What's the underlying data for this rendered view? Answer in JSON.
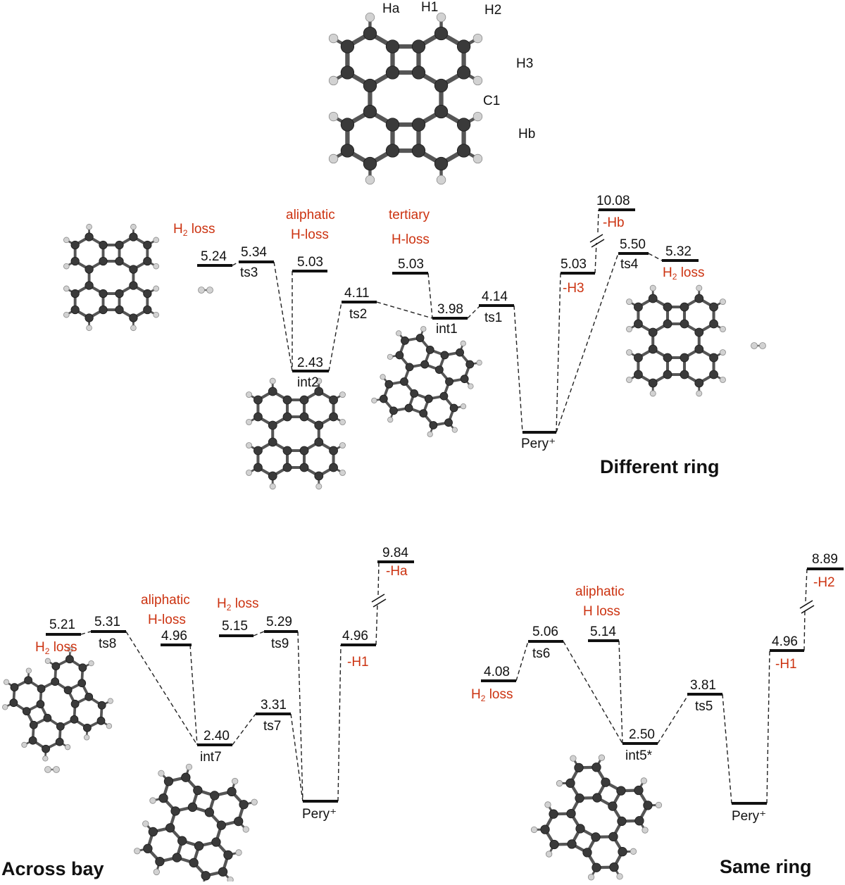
{
  "colors": {
    "level": "#111111",
    "text": "#111111",
    "annotation_red": "#cc3311",
    "carbon": "#3a3a3a",
    "hydrogen": "#d2d2d2"
  },
  "atom_labels": [
    "Ha",
    "H1",
    "H2",
    "H3",
    "C1",
    "Hb"
  ],
  "panels": {
    "different_ring": {
      "title": "Different ring",
      "annotations": [
        "H2 loss",
        "aliphatic",
        "H-loss",
        "tertiary",
        "H-loss",
        "-H3",
        "-Hb",
        "H2 loss"
      ],
      "levels": [
        {
          "value": "5.24",
          "label": ""
        },
        {
          "value": "5.34",
          "label": "ts3"
        },
        {
          "value": "5.03",
          "label": ""
        },
        {
          "value": "2.43",
          "label": "int2"
        },
        {
          "value": "4.11",
          "label": "ts2"
        },
        {
          "value": "5.03",
          "label": ""
        },
        {
          "value": "3.98",
          "label": "int1"
        },
        {
          "value": "4.14",
          "label": "ts1"
        },
        {
          "value": "",
          "label": "Pery⁺"
        },
        {
          "value": "5.03",
          "label": ""
        },
        {
          "value": "10.08",
          "label": ""
        },
        {
          "value": "5.50",
          "label": "ts4"
        },
        {
          "value": "5.32",
          "label": ""
        }
      ]
    },
    "across_bay": {
      "title": "Across bay",
      "annotations": [
        "H2 loss",
        "aliphatic",
        "H-loss",
        "H2 loss",
        "-H1",
        "-Ha"
      ],
      "levels": [
        {
          "value": "5.21",
          "label": ""
        },
        {
          "value": "5.31",
          "label": "ts8"
        },
        {
          "value": "4.96",
          "label": ""
        },
        {
          "value": "2.40",
          "label": "int7"
        },
        {
          "value": "3.31",
          "label": "ts7"
        },
        {
          "value": "5.15",
          "label": ""
        },
        {
          "value": "5.29",
          "label": "ts9"
        },
        {
          "value": "",
          "label": "Pery⁺"
        },
        {
          "value": "4.96",
          "label": ""
        },
        {
          "value": "9.84",
          "label": ""
        }
      ]
    },
    "same_ring": {
      "title": "Same ring",
      "annotations": [
        "H2 loss",
        "aliphatic",
        "H loss",
        "-H1",
        "-H2"
      ],
      "levels": [
        {
          "value": "4.08",
          "label": ""
        },
        {
          "value": "5.06",
          "label": "ts6"
        },
        {
          "value": "5.14",
          "label": ""
        },
        {
          "value": "2.50",
          "label": "int5*"
        },
        {
          "value": "3.81",
          "label": "ts5"
        },
        {
          "value": "",
          "label": "Pery⁺"
        },
        {
          "value": "4.96",
          "label": ""
        },
        {
          "value": "8.89",
          "label": ""
        }
      ]
    }
  }
}
